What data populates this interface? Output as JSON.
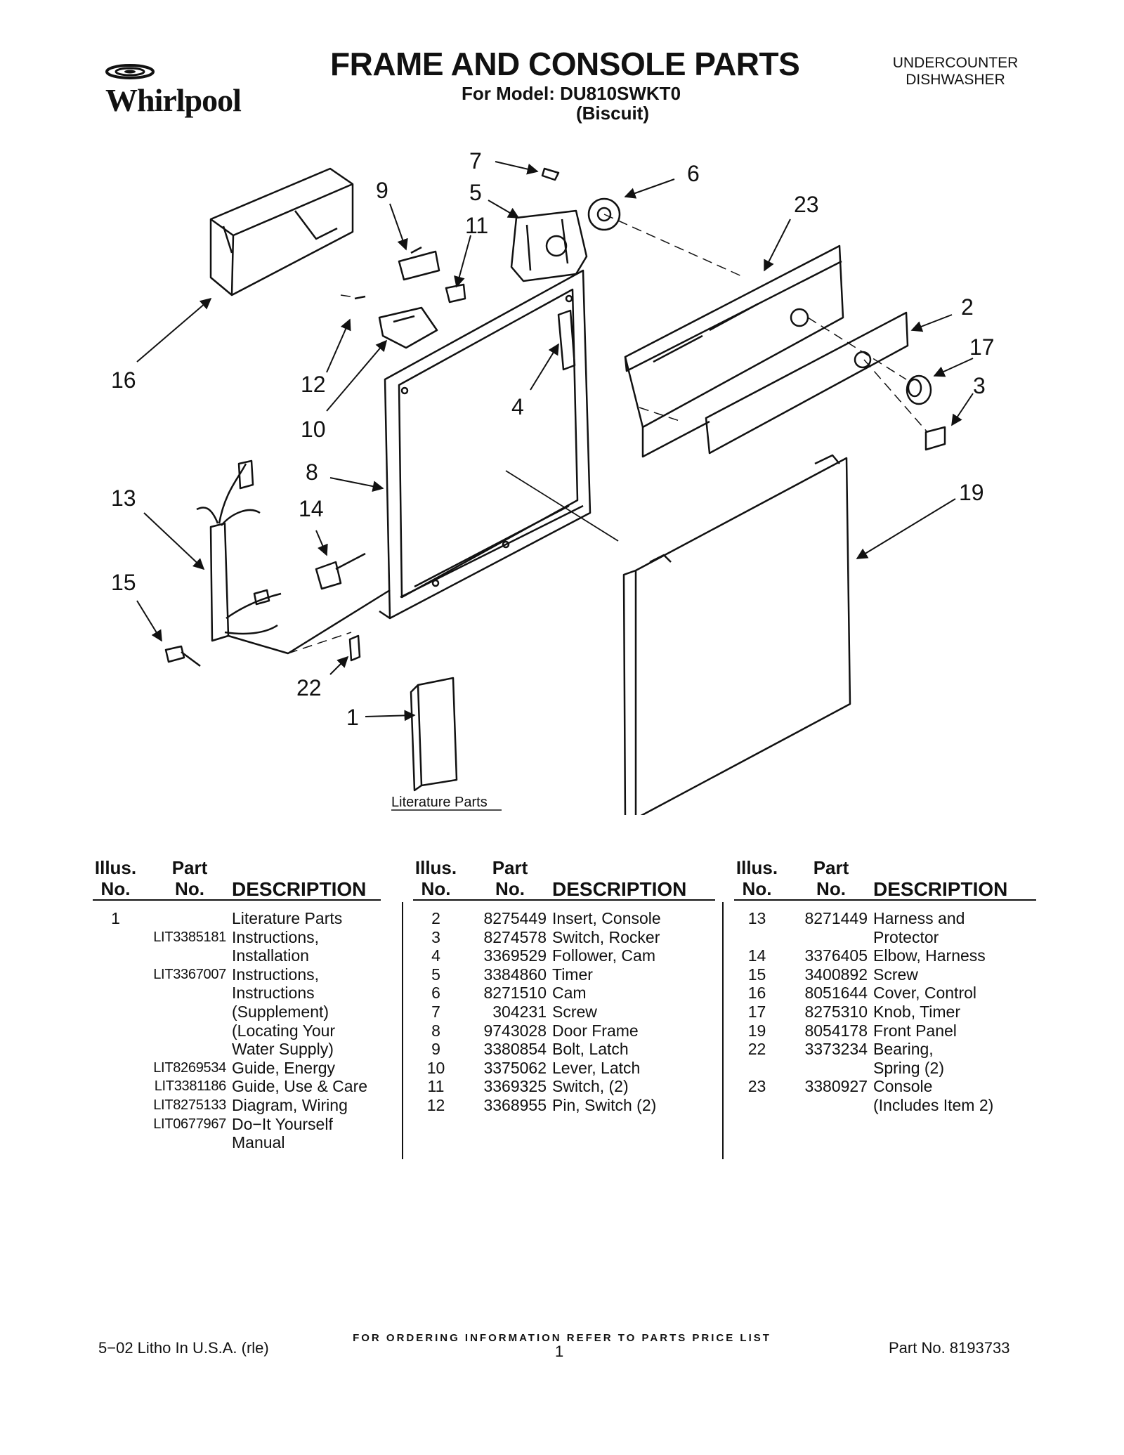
{
  "header": {
    "brand": "Whirlpool",
    "title": "FRAME AND CONSOLE PARTS",
    "model_line": "For Model: DU810SWKT0",
    "variant": "(Biscuit)",
    "product_type": [
      "UNDERCOUNTER",
      "DISHWASHER"
    ]
  },
  "diagram": {
    "callouts": [
      "7",
      "6",
      "9",
      "5",
      "11",
      "23",
      "2",
      "17",
      "16",
      "12",
      "4",
      "3",
      "10",
      "8",
      "19",
      "13",
      "14",
      "15",
      "22",
      "1"
    ],
    "literature_label": "Literature Parts"
  },
  "table": {
    "headers": {
      "illus_top": "Illus.",
      "illus_bottom": "No.",
      "part_top": "Part",
      "part_bottom": "No.",
      "description": "DESCRIPTION"
    },
    "columns": [
      [
        {
          "illus": "1",
          "part": "",
          "desc": "Literature Parts"
        },
        {
          "illus": "",
          "part": "LIT3385181",
          "desc": "Instructions,"
        },
        {
          "illus": "",
          "part": "",
          "desc": "Installation"
        },
        {
          "illus": "",
          "part": "LIT3367007",
          "desc": "Instructions,"
        },
        {
          "illus": "",
          "part": "",
          "desc": "Instructions"
        },
        {
          "illus": "",
          "part": "",
          "desc": "(Supplement)"
        },
        {
          "illus": "",
          "part": "",
          "desc": "(Locating Your"
        },
        {
          "illus": "",
          "part": "",
          "desc": "Water Supply)"
        },
        {
          "illus": "",
          "part": "LIT8269534",
          "desc": "Guide, Energy"
        },
        {
          "illus": "",
          "part": "LIT3381186",
          "desc": "Guide, Use & Care"
        },
        {
          "illus": "",
          "part": "LIT8275133",
          "desc": "Diagram, Wiring"
        },
        {
          "illus": "",
          "part": "LIT0677967",
          "desc": "Do−It Yourself"
        },
        {
          "illus": "",
          "part": "",
          "desc": "Manual"
        }
      ],
      [
        {
          "illus": "2",
          "part": "8275449",
          "desc": "Insert, Console"
        },
        {
          "illus": "3",
          "part": "8274578",
          "desc": "Switch, Rocker"
        },
        {
          "illus": "4",
          "part": "3369529",
          "desc": "Follower, Cam"
        },
        {
          "illus": "5",
          "part": "3384860",
          "desc": "Timer"
        },
        {
          "illus": "6",
          "part": "8271510",
          "desc": "Cam"
        },
        {
          "illus": "7",
          "part": "304231",
          "desc": "Screw"
        },
        {
          "illus": "8",
          "part": "9743028",
          "desc": "Door Frame"
        },
        {
          "illus": "9",
          "part": "3380854",
          "desc": "Bolt, Latch"
        },
        {
          "illus": "10",
          "part": "3375062",
          "desc": "Lever, Latch"
        },
        {
          "illus": "11",
          "part": "3369325",
          "desc": "Switch, (2)"
        },
        {
          "illus": "12",
          "part": "3368955",
          "desc": "Pin, Switch (2)"
        }
      ],
      [
        {
          "illus": "13",
          "part": "8271449",
          "desc": "Harness and"
        },
        {
          "illus": "",
          "part": "",
          "desc": "Protector"
        },
        {
          "illus": "14",
          "part": "3376405",
          "desc": "Elbow, Harness"
        },
        {
          "illus": "15",
          "part": "3400892",
          "desc": "Screw"
        },
        {
          "illus": "16",
          "part": "8051644",
          "desc": "Cover, Control"
        },
        {
          "illus": "17",
          "part": "8275310",
          "desc": "Knob, Timer"
        },
        {
          "illus": "19",
          "part": "8054178",
          "desc": "Front Panel"
        },
        {
          "illus": "22",
          "part": "3373234",
          "desc": "Bearing,"
        },
        {
          "illus": "",
          "part": "",
          "desc": "Spring (2)"
        },
        {
          "illus": "23",
          "part": "3380927",
          "desc": "Console"
        },
        {
          "illus": "",
          "part": "",
          "desc": "(Includes Item 2)"
        }
      ]
    ]
  },
  "footer": {
    "ordering_note": "FOR ORDERING INFORMATION REFER TO PARTS PRICE LIST",
    "litho": "5−02 Litho In U.S.A. (rle)",
    "page": "1",
    "part_no": "Part No. 8193733"
  }
}
